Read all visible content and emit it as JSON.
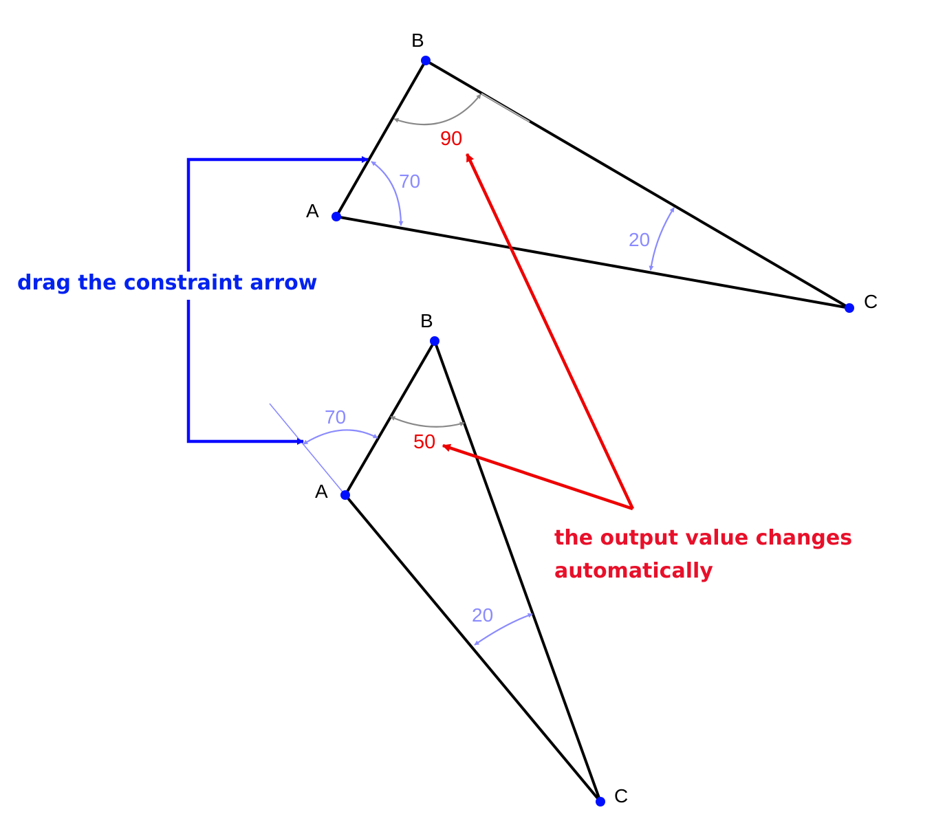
{
  "diagram": {
    "top_triangle": {
      "vertex_a": "A",
      "vertex_b": "B",
      "vertex_c": "C",
      "angle_a": "70",
      "angle_c": "20",
      "angle_b_output": "90"
    },
    "bottom_triangle": {
      "vertex_a": "A",
      "vertex_b": "B",
      "vertex_c": "C",
      "angle_a": "70",
      "angle_c": "20",
      "angle_b_output": "50"
    },
    "callouts": {
      "drag_hint": "drag the constraint arrow",
      "output_hint_line1": "the output value changes",
      "output_hint_line2": "automatically"
    },
    "colors": {
      "constraint": "#8a8aff",
      "output_dimension": "#888888",
      "output_value": "#ee0000",
      "drag_callout": "#0022ee",
      "output_callout": "#e8102a",
      "vertex": "#0010ff"
    }
  }
}
